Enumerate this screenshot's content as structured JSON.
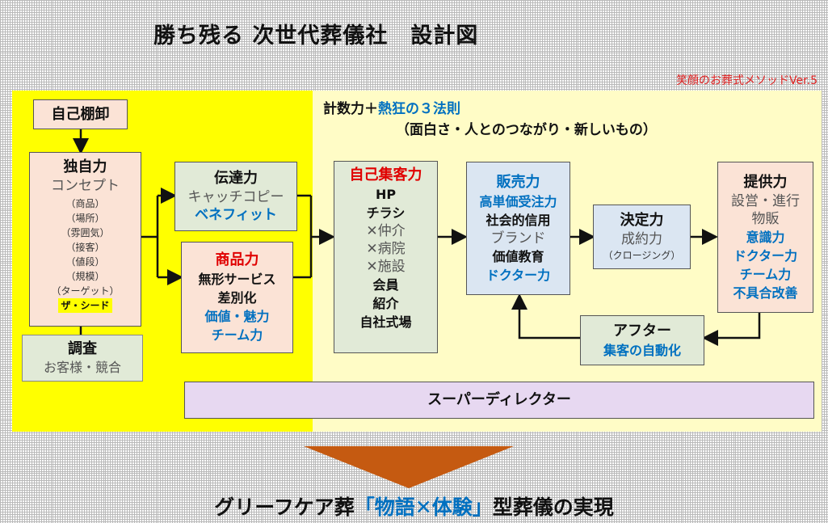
{
  "title": "勝ち残る 次世代葬儀社　設計図",
  "version_note": "笑顔のお葬式メソッドVer.5",
  "law": {
    "title_prefix": "計数力＋",
    "title_highlight": "熱狂の３法則",
    "subtitle": "（面白さ・人とのつながり・新しいもの）"
  },
  "self_inventory": {
    "label": "自己棚卸"
  },
  "originality": {
    "title": "独自力",
    "concept": "コンセプト",
    "items": [
      "（商品）",
      "（場所）",
      "（雰囲気）",
      "（接客）",
      "（値段）",
      "（規模）",
      "（ターゲット）"
    ],
    "highlight": "ザ・シード"
  },
  "research": {
    "title": "調査",
    "text": "お客様・競合"
  },
  "communication": {
    "title": "伝達力",
    "line1": "キャッチコピー",
    "line2": "ベネフィット"
  },
  "product": {
    "title": "商品力",
    "line1": "無形サービス",
    "line2": "差別化",
    "line3": "価値・魅力",
    "line4": "チーム力"
  },
  "self_attraction": {
    "title": "自己集客力",
    "line1": "HP",
    "line2": "チラシ",
    "line3": "✕仲介",
    "line4": "✕病院",
    "line5": "✕施設",
    "line6": "会員",
    "line7": "紹介",
    "line8": "自社式場"
  },
  "sales": {
    "title": "販売力",
    "line1": "高単価受注力",
    "line2": "社会的信用",
    "line3": "ブランド",
    "line4": "価値教育",
    "line5": "ドクター力"
  },
  "decision": {
    "title": "決定力",
    "line1": "成約力",
    "line2": "（クロージング）"
  },
  "provision": {
    "title": "提供力",
    "line1": "設営・進行",
    "line2": "物販",
    "line3": "意識力",
    "line4": "ドクター力",
    "line5": "チーム力",
    "line6": "不具合改善"
  },
  "after": {
    "title": "アフター",
    "line1": "集客の自動化"
  },
  "super_director": {
    "label": "スーパーディレクター"
  },
  "result": {
    "prefix": "グリーフケア葬",
    "quote": "「物語✕体験」",
    "suffix": "型葬儀の実現"
  },
  "colors": {
    "yellow_zone": "#ffff00",
    "cream_zone": "#fffcc6",
    "accent_blue": "#0070c0",
    "accent_red": "#e00000",
    "arrow_orange": "#c55a11"
  }
}
